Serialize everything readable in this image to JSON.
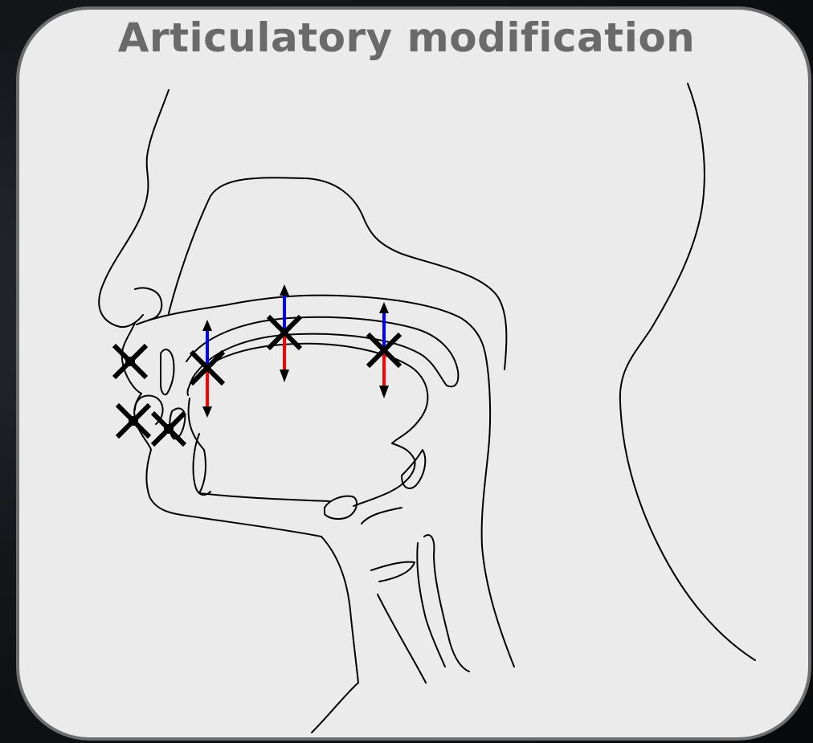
{
  "title": "Articulatory modification",
  "colors": {
    "panel_fill": "#ebebeb",
    "panel_border": "#6e6e6e",
    "title": "#6a6a6a",
    "raise_arrow": "#0000ff",
    "lower_arrow": "#ff0000",
    "marker": "#000000"
  },
  "markers": [
    {
      "site": "upper-lip",
      "movable": false
    },
    {
      "site": "lower-lip",
      "movable": false
    },
    {
      "site": "lower-incisor",
      "movable": false
    },
    {
      "site": "tongue-tip",
      "movable": true
    },
    {
      "site": "tongue-dorsum",
      "movable": true
    },
    {
      "site": "tongue-back",
      "movable": true
    }
  ]
}
